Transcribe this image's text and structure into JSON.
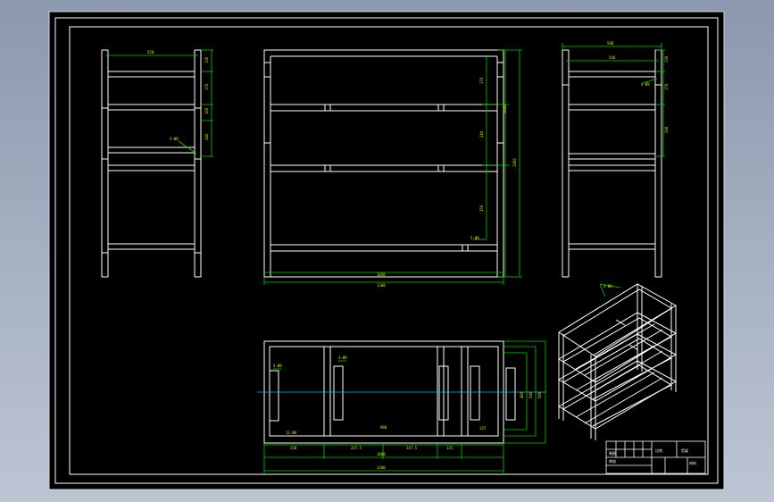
{
  "colors": {
    "viewport_background": "#8b98ad",
    "sheet": "#000000",
    "geometry": "#ffffff",
    "dimension": "#00d000",
    "dimension_text": "#dfe600",
    "center_line": "#00c8d8"
  },
  "title_block": {
    "part_name": "货架",
    "scale_label": "比例",
    "material_label": "材料",
    "drawn_label": "制图",
    "checked_label": "审核"
  }
}
